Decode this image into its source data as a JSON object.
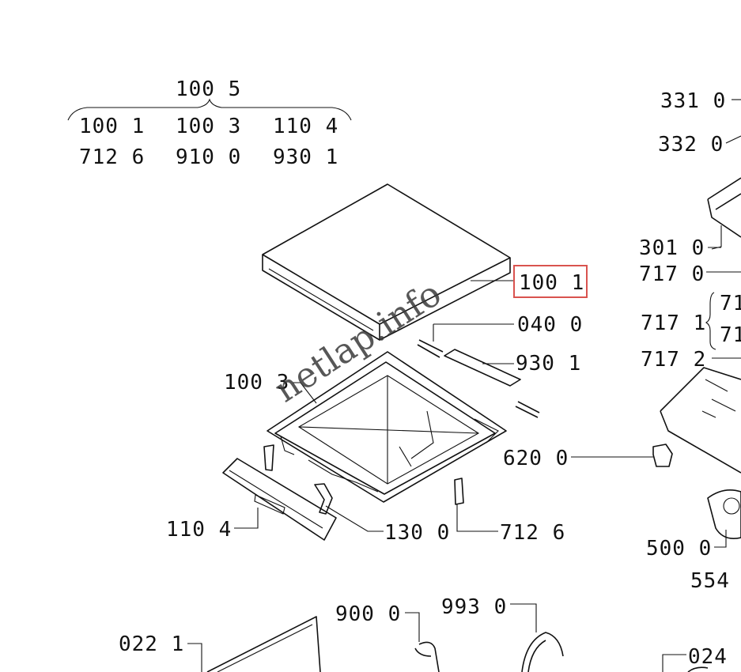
{
  "kit": {
    "title": "100 5",
    "row1": [
      "100 1",
      "100 3",
      "110 4"
    ],
    "row2": [
      "712 6",
      "910 0",
      "930 1"
    ]
  },
  "labels": {
    "p331": "331 0",
    "p332": "332 0",
    "p301": "301 0",
    "p717_0": "717 0",
    "p100_1": "100 1",
    "p717_1": "717 1",
    "p717_1a": "71",
    "p717_1b": "71",
    "p040": "040 0",
    "p717_2": "717 2",
    "p930": "930 1",
    "p100_3": "100 3",
    "p620": "620 0",
    "p110": "110 4",
    "p130": "130 0",
    "p712": "712 6",
    "p500": "500 0",
    "p554": "554",
    "p900": "900 0",
    "p993": "993 0",
    "p022": "022 1",
    "p024": "024"
  },
  "highlight_label": "100 1",
  "watermark": "netlap.info",
  "colors": {
    "highlight": "#d9534f",
    "ink": "#111111"
  }
}
